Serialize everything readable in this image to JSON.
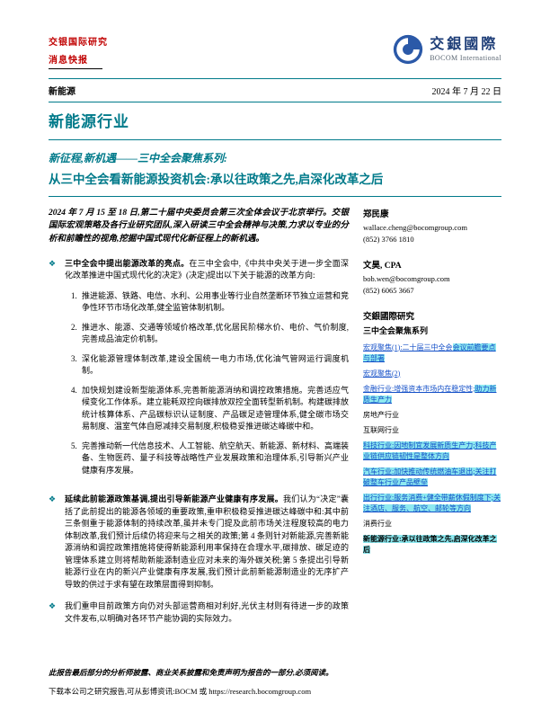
{
  "header": {
    "org": "交银国际研究",
    "bulletin": "消息快报",
    "logo_cn": "交銀國際",
    "logo_en": "BOCOM International",
    "sector": "新能源",
    "date": "2024 年 7 月 22 日"
  },
  "title": {
    "industry": "新能源行业",
    "series": "新征程,新机遇——三中全会聚焦系列:",
    "headline": "从三中全会看新能源投资机会:承以往政策之先,启深化改革之后"
  },
  "lede": "2024 年 7 月 15 至 18 日,第二十届中央委员会第三次全体会议于北京举行。交银国际宏观策略及各行业研究团队,深入研读三中全会精神与决策,力求以专业的分析和前瞻性的视角,挖掘中国式现代化新征程上的新机遇。",
  "sections": [
    {
      "lead": "三中全会中提出能源改革的亮点。",
      "body": "在三中全会中,《中共中央关于进一步全面深化改革推进中国式现代化的决定》(决定)提出以下关于能源的改革方向:",
      "items": [
        "推进能源、铁路、电信、水利、公用事业等行业自然垄断环节独立运营和竞争性环节市场化改革,健全监管体制机制。",
        "推进水、能源、交通等领域价格改革,优化居民阶梯水价、电价、气价制度,完善成品油定价机制。",
        "深化能源管理体制改革,建设全国统一电力市场,优化油气管网运行调度机制。",
        "加快规划建设新型能源体系,完善新能源消纳和调控政策措施。完善适应气候变化工作体系。建立能耗双控向碳排放双控全面转型新机制。构建碳排放统计核算体系、产品碳标识认证制度、产品碳足迹管理体系,健全碳市场交易制度、温室气体自愿减排交易制度,积极稳妥推进碳达峰碳中和。",
        "完善推动新一代信息技术、人工智能、航空航天、新能源、新材料、高端装备、生物医药、量子科技等战略性产业发展政策和治理体系,引导新兴产业健康有序发展。"
      ]
    },
    {
      "lead": "延续此前能源政策基调,提出引导新能源产业健康有序发展。",
      "body": "我们认为“决定”囊括了此前提出的能源各领域的重要政策,重申积极稳妥推进碳达峰碳中和:其中前三条侧重于能源体制的持续改革,虽并未专门提及此前市场关注程度较高的电力体制改革,我们预计后续仍将迎来与之相关的政策;第 4 条则针对新能源,完善新能源消纳和调控政策措施将使得新能源利用率保持在合理水平,碳排放、碳足迹的管理体系建立则将帮助新能源制造业应对未来的海外碳关税;第 5 条提出引导新能源行业在内的新兴产业健康有序发展,我们预计此前新能源制造业的无序扩产导致的供过于求有望在政策层面得到抑制。",
      "items": []
    },
    {
      "lead": "",
      "body": "我们重申目前政策方向仍对头部运营商相对利好,光伏主材则有待进一步的政策文件发布,以明确对各环节产能协调的实际效力。",
      "items": []
    }
  ],
  "analysts": [
    {
      "name": "郑民康",
      "email": "wallace.cheng@bocomgroup.com",
      "phone": "(852) 3766 1810"
    },
    {
      "name": "文昊, CPA",
      "email": "bob.wen@bocomgroup.com",
      "phone": "(852) 6065 3667"
    }
  ],
  "sidebar": {
    "org": "交銀國際研究",
    "series": "三中全会聚焦系列",
    "reports": [
      {
        "parts": [
          {
            "text": "宏观聚焦(1):二十届三中全会",
            "cls": "link"
          },
          {
            "text": "会议前瞻要点与部署",
            "cls": "link hl"
          }
        ]
      },
      {
        "parts": [
          {
            "text": "宏观聚焦(2)",
            "cls": "link"
          }
        ]
      },
      {
        "parts": [
          {
            "text": "金融行业:增强资本市场内在稳定性;",
            "cls": "link"
          },
          {
            "text": "助力新质生产力",
            "cls": "link hl"
          }
        ]
      },
      {
        "parts": [
          {
            "text": "房地产行业",
            "cls": "plain"
          }
        ]
      },
      {
        "parts": [
          {
            "text": "互联网行业",
            "cls": "plain"
          }
        ]
      },
      {
        "parts": [
          {
            "text": "科技行业:因地制宜发展新质生产力;科技产业链供应链韧性是整体方向",
            "cls": "link hl"
          }
        ]
      },
      {
        "parts": [
          {
            "text": "汽车行业:加快推动传统燃油车退出;关注打破整车行业产品壁垒",
            "cls": "link hl"
          }
        ]
      },
      {
        "parts": [
          {
            "text": "出行行业:服务消费+健全带薪休假制度下;关注酒店、服务、航空、邮轮等方向",
            "cls": "link hl"
          }
        ]
      },
      {
        "parts": [
          {
            "text": "消费行业",
            "cls": "plain"
          }
        ]
      },
      {
        "parts": [
          {
            "text": "新能源行业:承以往政策之先,启深化改革之后",
            "cls": "bold hl"
          }
        ]
      }
    ]
  },
  "footer": {
    "disclosure": "此报告最后部分的分析师披露、商业关系披露和免责声明为报告的一部分,必须阅读。",
    "download_prefix": "下载本公司之研究报告,可从彭博资讯:BOCM 或 ",
    "download_url": "https://research.bocomgroup.com"
  }
}
